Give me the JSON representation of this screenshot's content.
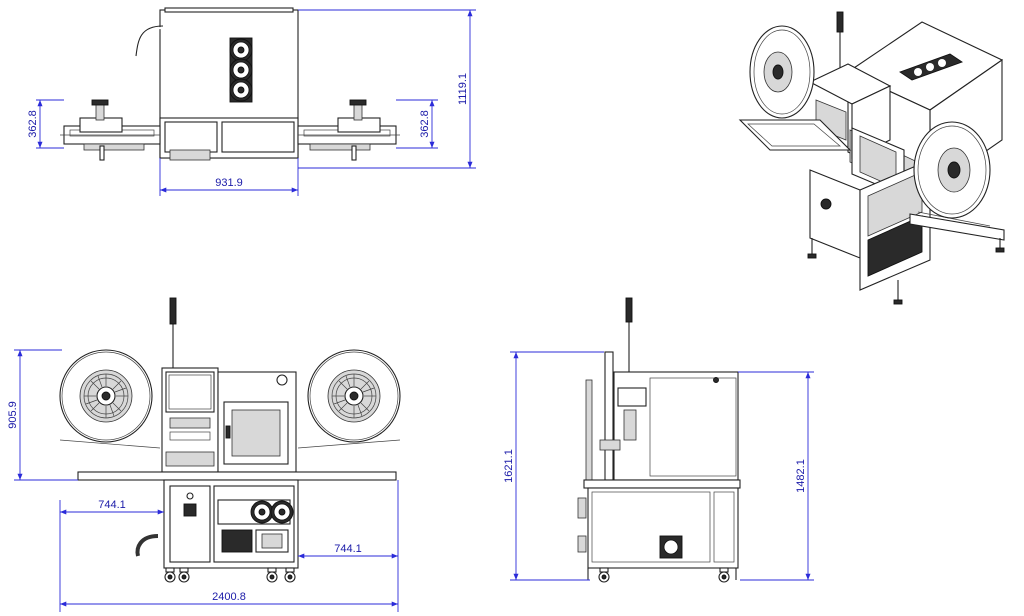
{
  "views": {
    "top": {
      "width": "931.9",
      "depth": "1119.1",
      "side_left": "362.8",
      "side_right": "362.8"
    },
    "front": {
      "overall_width": "2400.8",
      "reel_height": "905.9",
      "wing_left": "744.1",
      "wing_right": "744.1"
    },
    "side": {
      "overall_height": "1621.1",
      "body_height": "1482.1"
    }
  },
  "colors": {
    "line": "#222222",
    "dimension": "#2b2bd9",
    "background": "#ffffff"
  }
}
